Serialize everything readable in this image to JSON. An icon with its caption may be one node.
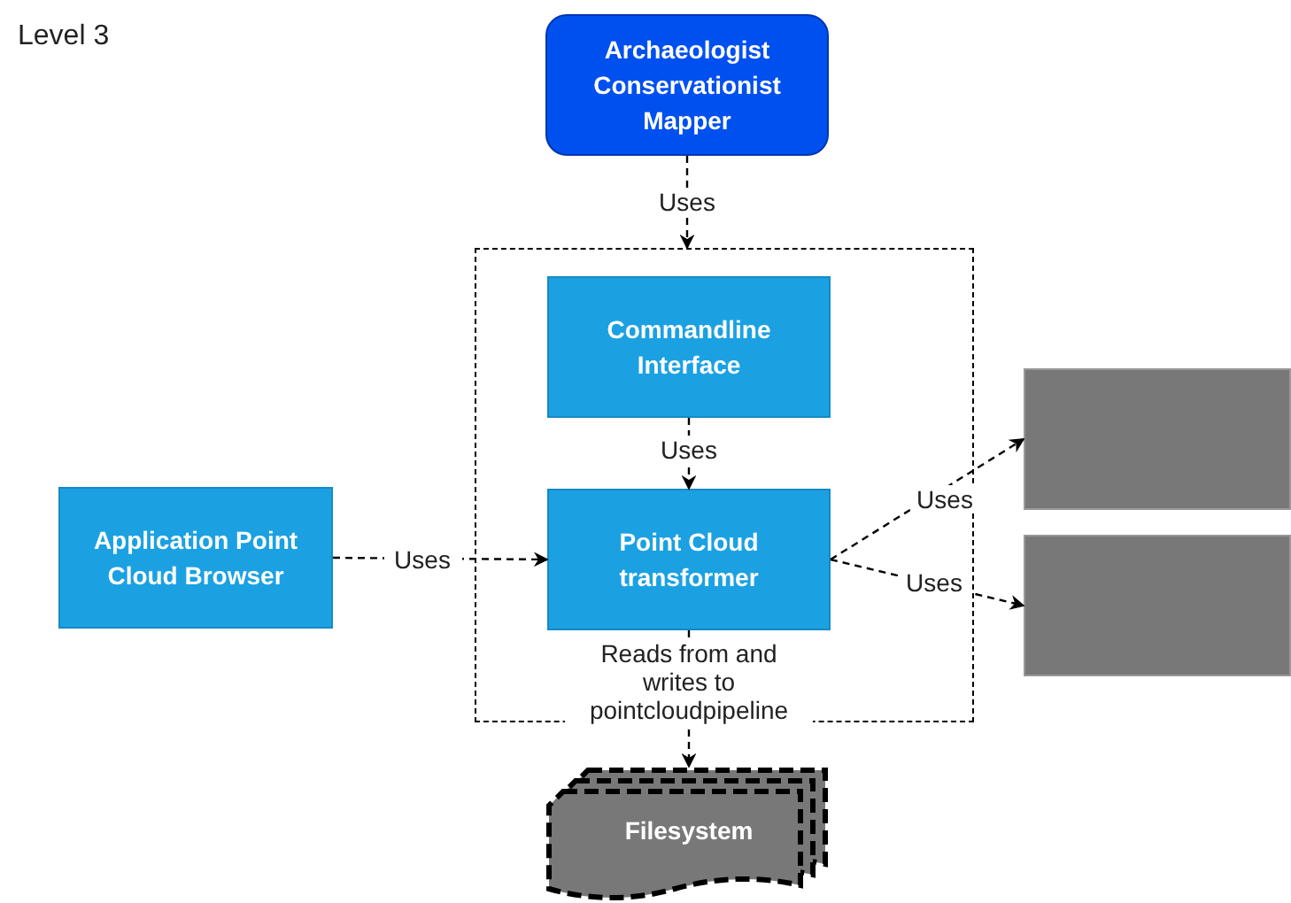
{
  "diagram": {
    "title": "Level 3",
    "nodes": [
      {
        "text": [
          "Archaeologist Conservationist Mapper"
        ]
      },
      {
        "text": [],
        "shape": "box"
      },
      {
        "text": [
          "Commandline Interface"
        ],
        "in": 1
      },
      {
        "text": [
          "Point Cloud transformer"
        ],
        "in": 1
      },
      {
        "text": [
          "Application Point Cloud Browser"
        ]
      },
      {
        "text": [],
        "shape": "box"
      },
      {
        "text": [],
        "shape": "box"
      },
      {
        "text": [
          "Filesystem"
        ]
      }
    ],
    "edges": [
      {
        "from": 0,
        "to": 1,
        "arrow": "to",
        "label": "Uses",
        "style": "dashed"
      },
      {
        "from": 2,
        "to": 3,
        "arrow": "to",
        "label": "Uses",
        "style": "dashed"
      },
      {
        "from": 4,
        "to": 3,
        "arrow": "to",
        "label": "Uses",
        "style": "dashed"
      },
      {
        "from": 3,
        "to": 5,
        "arrow": "to",
        "label": "Uses",
        "style": "dashed"
      },
      {
        "from": 3,
        "to": 6,
        "arrow": "to",
        "label": "Uses",
        "style": "dashed"
      },
      {
        "from": 3,
        "to": 7,
        "arrow": "to",
        "label": "Reads from and writes to pointcloudpipeline",
        "style": "dashed"
      }
    ]
  }
}
